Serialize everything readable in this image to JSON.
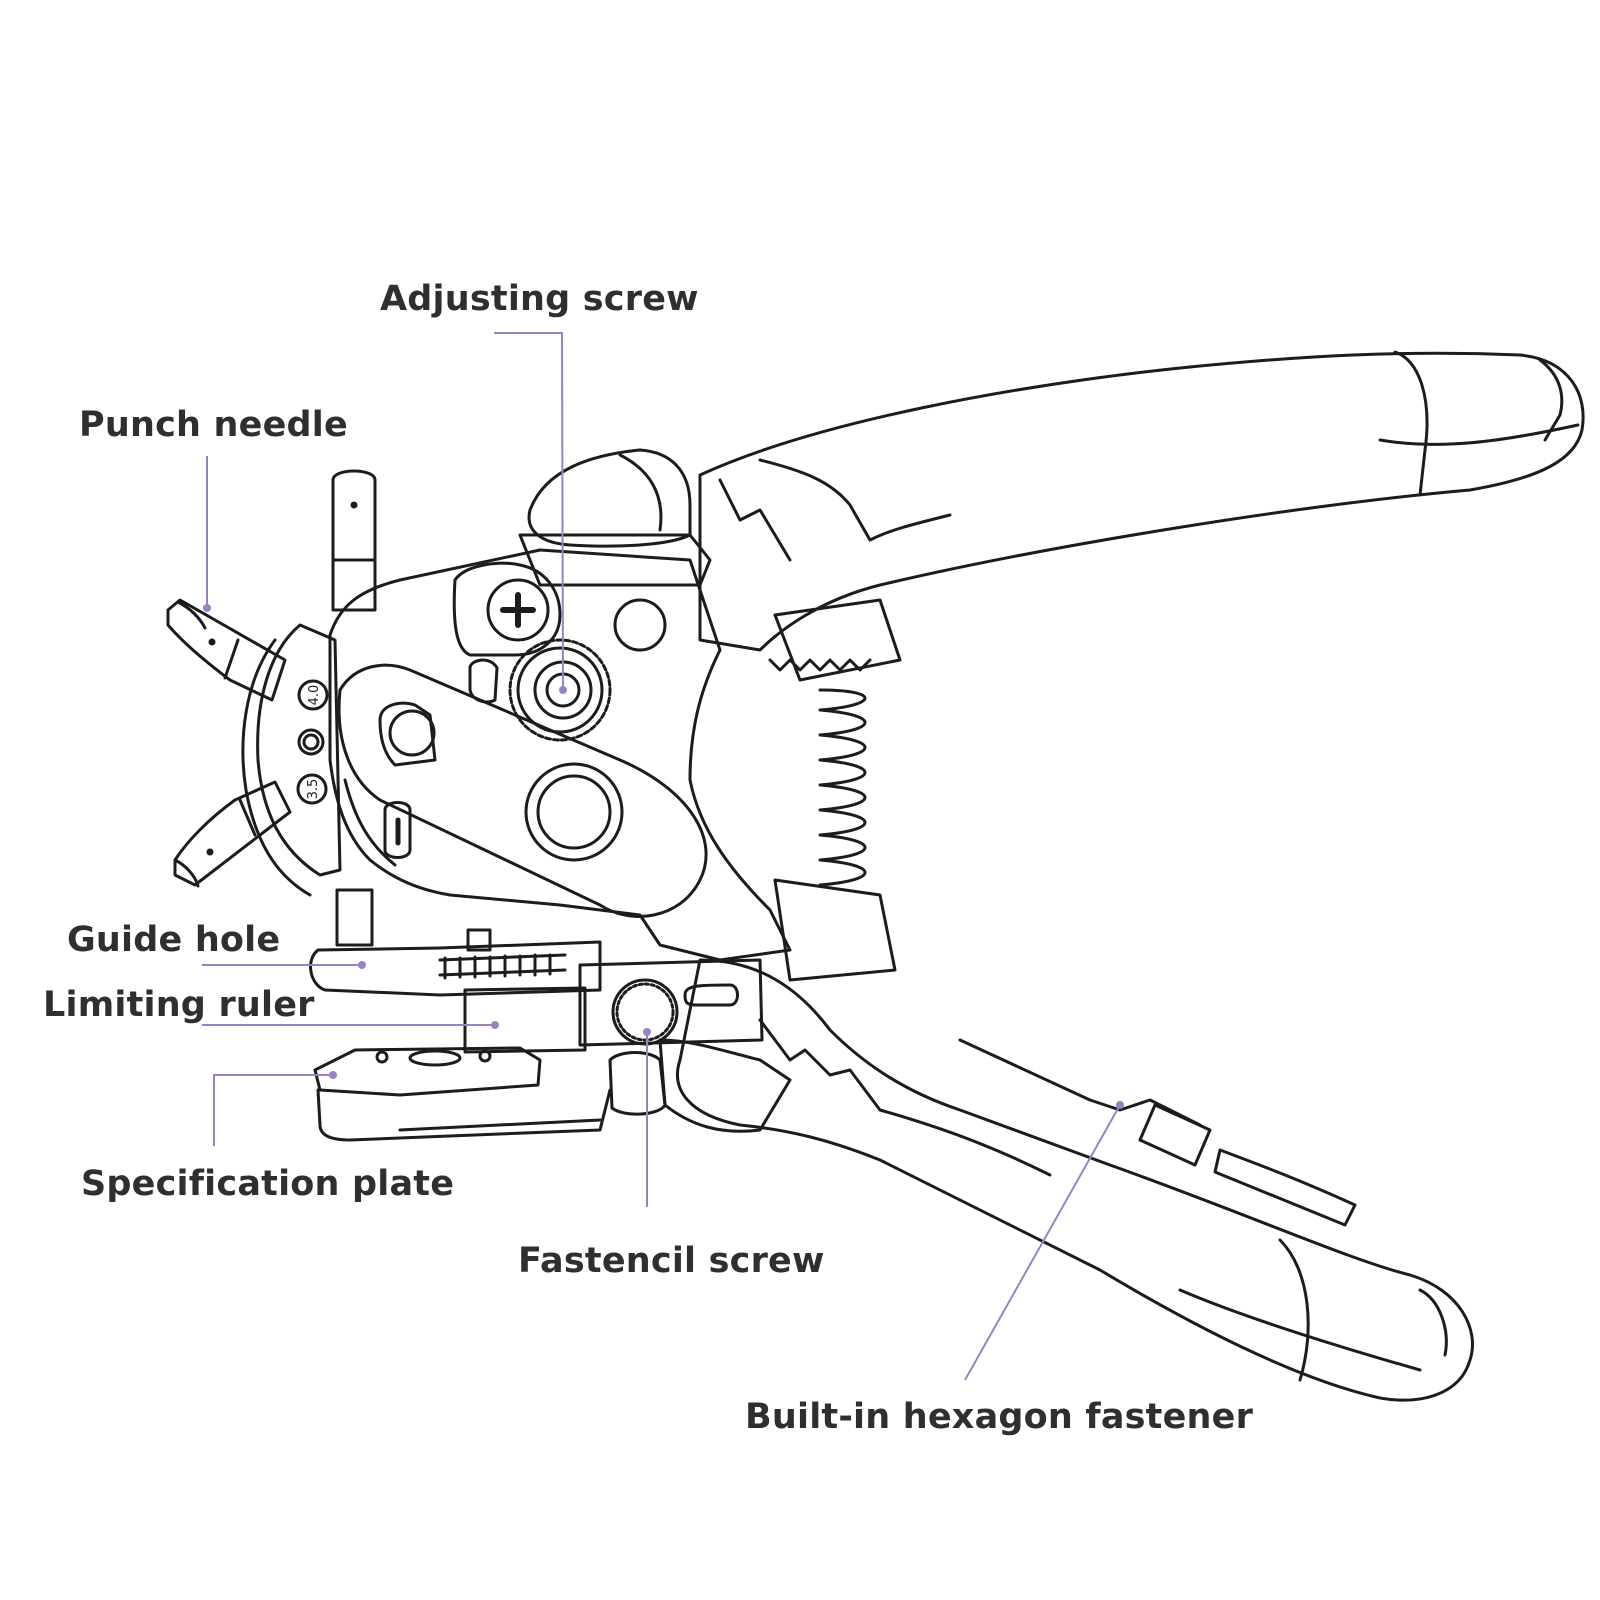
{
  "diagram": {
    "subject": "rotary-punch-pliers",
    "colors": {
      "outline": "#1c1c1c",
      "leader": "#9a82c2",
      "text": "#2f2f2f",
      "background": "#ffffff"
    },
    "callouts": {
      "adjusting_screw": "Adjusting screw",
      "punch_needle": "Punch needle",
      "guide_hole": "Guide hole",
      "limiting_ruler": "Limiting ruler",
      "specification_plate": "Specification plate",
      "fastencil_screw": "Fastencil screw",
      "builtin_hexagon_fastener": "Built-in hexagon fastener"
    },
    "wheel_marks": [
      "4.0",
      "3.5"
    ]
  }
}
